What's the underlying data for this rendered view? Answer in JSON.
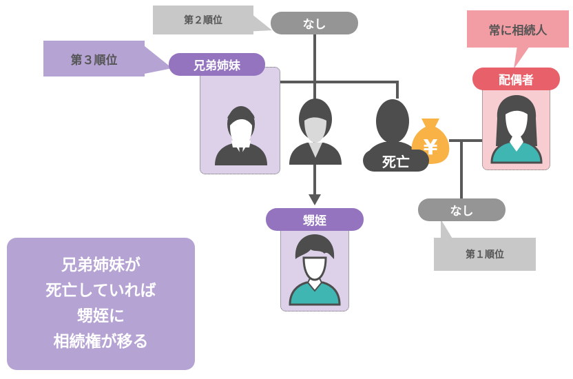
{
  "colors": {
    "purple_dark": "#9474BF",
    "purple_light": "#B5A3D3",
    "purple_box": "#DDD1EA",
    "pink_dark": "#E8606A",
    "pink_light": "#F29CA3",
    "pink_box": "#F7CDD1",
    "gray_pill": "#959595",
    "gray_callout": "#C8C8C8",
    "dark_figure": "#4D4D4D",
    "teal": "#3FB6B2",
    "gold": "#F9B246",
    "line": "#595959"
  },
  "top": {
    "callout_label": "第２順位",
    "pill_label": "なし"
  },
  "siblings": {
    "callout_label": "第３順位",
    "pill_label": "兄弟姉妹"
  },
  "spouse": {
    "callout_label": "常に相続人",
    "pill_label": "配偶者"
  },
  "deceased": {
    "badge_label": "死亡",
    "money_symbol": "¥"
  },
  "children": {
    "pill_label": "なし",
    "callout_label": "第１順位"
  },
  "nephew": {
    "pill_label": "甥姪"
  },
  "note": {
    "lines": [
      "兄弟姉妹が",
      "死亡していれば",
      "甥姪に",
      "相続権が移る"
    ]
  }
}
